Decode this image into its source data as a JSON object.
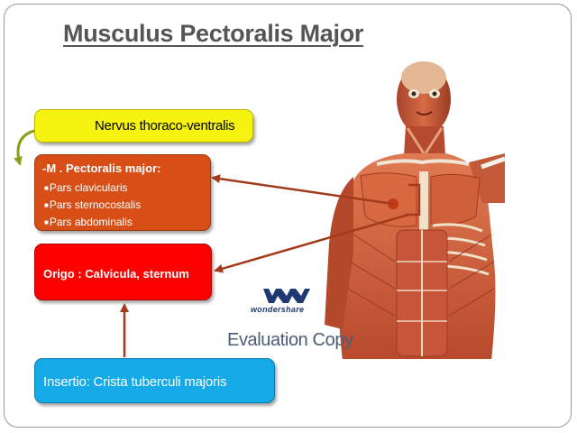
{
  "slide": {
    "title": "Musculus Pectoralis Major"
  },
  "nerve": {
    "label": "Nervus thoraco-ventralis"
  },
  "muscle": {
    "heading": "-M . Pectoralis major:",
    "parts": [
      "Pars clavicularis",
      "Pars sternocostalis",
      "Pars abdominalis"
    ]
  },
  "origo": {
    "label": "Origo : Calvicula, sternum"
  },
  "insertio": {
    "label": "Insertio: Crista tuberculi majoris"
  },
  "watermark": {
    "logo_text": "wondershare",
    "text": "Evaluation Copy"
  },
  "colors": {
    "nerve_box": "#f5f30f",
    "muscle_box": "#d74f16",
    "origo_box": "#ff0000",
    "insertio_box": "#14aae8",
    "arrow": "#a33a1c",
    "curved_arrow": "#8aa018"
  }
}
